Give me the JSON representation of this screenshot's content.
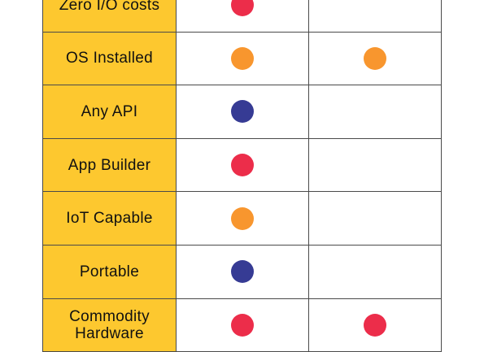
{
  "colors": {
    "label_bg": "#fdc82f",
    "red": "#ec2d4a",
    "orange": "#f8962e",
    "navy": "#363b94",
    "border": "#4a4a4a"
  },
  "rows": [
    {
      "label": "Zero I/O costs",
      "col1": "red",
      "col2": ""
    },
    {
      "label": "OS Installed",
      "col1": "orange",
      "col2": "orange"
    },
    {
      "label": "Any API",
      "col1": "navy",
      "col2": ""
    },
    {
      "label": "App Builder",
      "col1": "red",
      "col2": ""
    },
    {
      "label": "IoT Capable",
      "col1": "orange",
      "col2": ""
    },
    {
      "label": "Portable",
      "col1": "navy",
      "col2": ""
    },
    {
      "label": "Commodity\nHardware",
      "col1": "red",
      "col2": "red"
    }
  ]
}
